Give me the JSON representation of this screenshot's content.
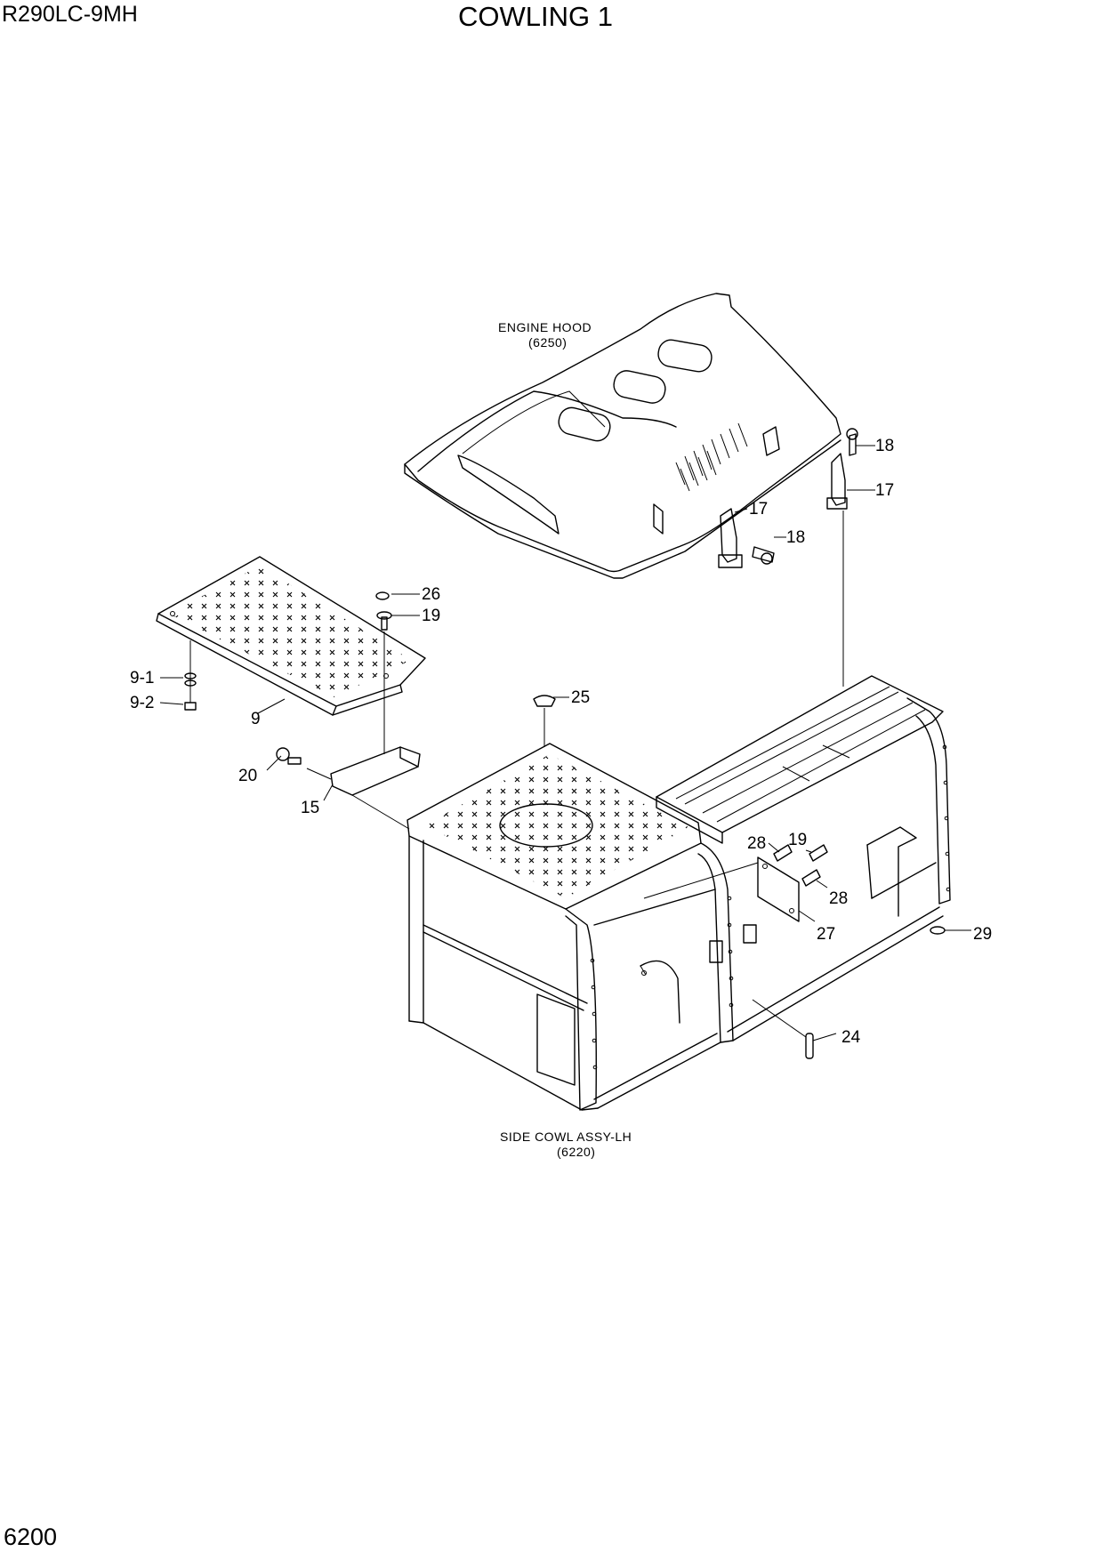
{
  "header": {
    "model": "R290LC-9MH",
    "title": "COWLING 1"
  },
  "footer": {
    "page_number": "6200"
  },
  "notes": {
    "engine_hood_name": "ENGINE HOOD",
    "engine_hood_ref": "(6250)",
    "side_cowl_name": "SIDE COWL ASSY-LH",
    "side_cowl_ref": "(6220)"
  },
  "callouts": [
    {
      "id": "c18a",
      "label": "18"
    },
    {
      "id": "c17a",
      "label": "17"
    },
    {
      "id": "c17b",
      "label": "17"
    },
    {
      "id": "c18b",
      "label": "18"
    },
    {
      "id": "c26",
      "label": "26"
    },
    {
      "id": "c19a",
      "label": "19"
    },
    {
      "id": "c9-1",
      "label": "9-1"
    },
    {
      "id": "c9-2",
      "label": "9-2"
    },
    {
      "id": "c9",
      "label": "9"
    },
    {
      "id": "c25",
      "label": "25"
    },
    {
      "id": "c20",
      "label": "20"
    },
    {
      "id": "c15",
      "label": "15"
    },
    {
      "id": "c28a",
      "label": "28"
    },
    {
      "id": "c19b",
      "label": "19"
    },
    {
      "id": "c28b",
      "label": "28"
    },
    {
      "id": "c27",
      "label": "27"
    },
    {
      "id": "c29",
      "label": "29"
    },
    {
      "id": "c24",
      "label": "24"
    }
  ]
}
